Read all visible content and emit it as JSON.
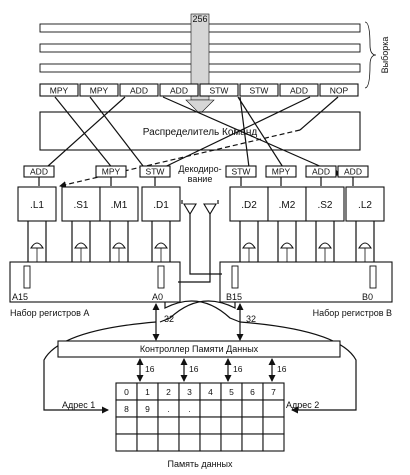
{
  "fetch": {
    "width_label": "256",
    "side_label": "Выборка"
  },
  "fetch_packet": [
    "MPY",
    "MPY",
    "ADD",
    "ADD",
    "STW",
    "STW",
    "ADD",
    "NOP"
  ],
  "dispatch_unit": "Распределитель Команд",
  "decode_label": {
    "line1": "Декодиро-",
    "line2": "вание"
  },
  "decoded": [
    "ADD",
    "MPY",
    "STW",
    "STW",
    "MPY",
    "ADD",
    "ADD"
  ],
  "units": [
    ".L1",
    ".S1",
    ".M1",
    ".D1",
    ".D2",
    ".M2",
    ".S2",
    ".L2"
  ],
  "reg_file_a": {
    "high": "A15",
    "low": "A0",
    "caption": "Набор регистров A"
  },
  "reg_file_b": {
    "high": "B15",
    "low": "B0",
    "caption": "Набор регистров B"
  },
  "bus_width": "32",
  "mem_controller": "Контроллер Памяти Данных",
  "mem_bus_width": "16",
  "addr1": "Адрес 1",
  "addr2": "Адрес 2",
  "mem_row0": [
    "0",
    "1",
    "2",
    "3",
    "4",
    "5",
    "6",
    "7"
  ],
  "mem_row1": [
    "8",
    "9",
    ".",
    ".",
    "",
    "",
    "",
    ""
  ],
  "memory_caption": "Память данных"
}
